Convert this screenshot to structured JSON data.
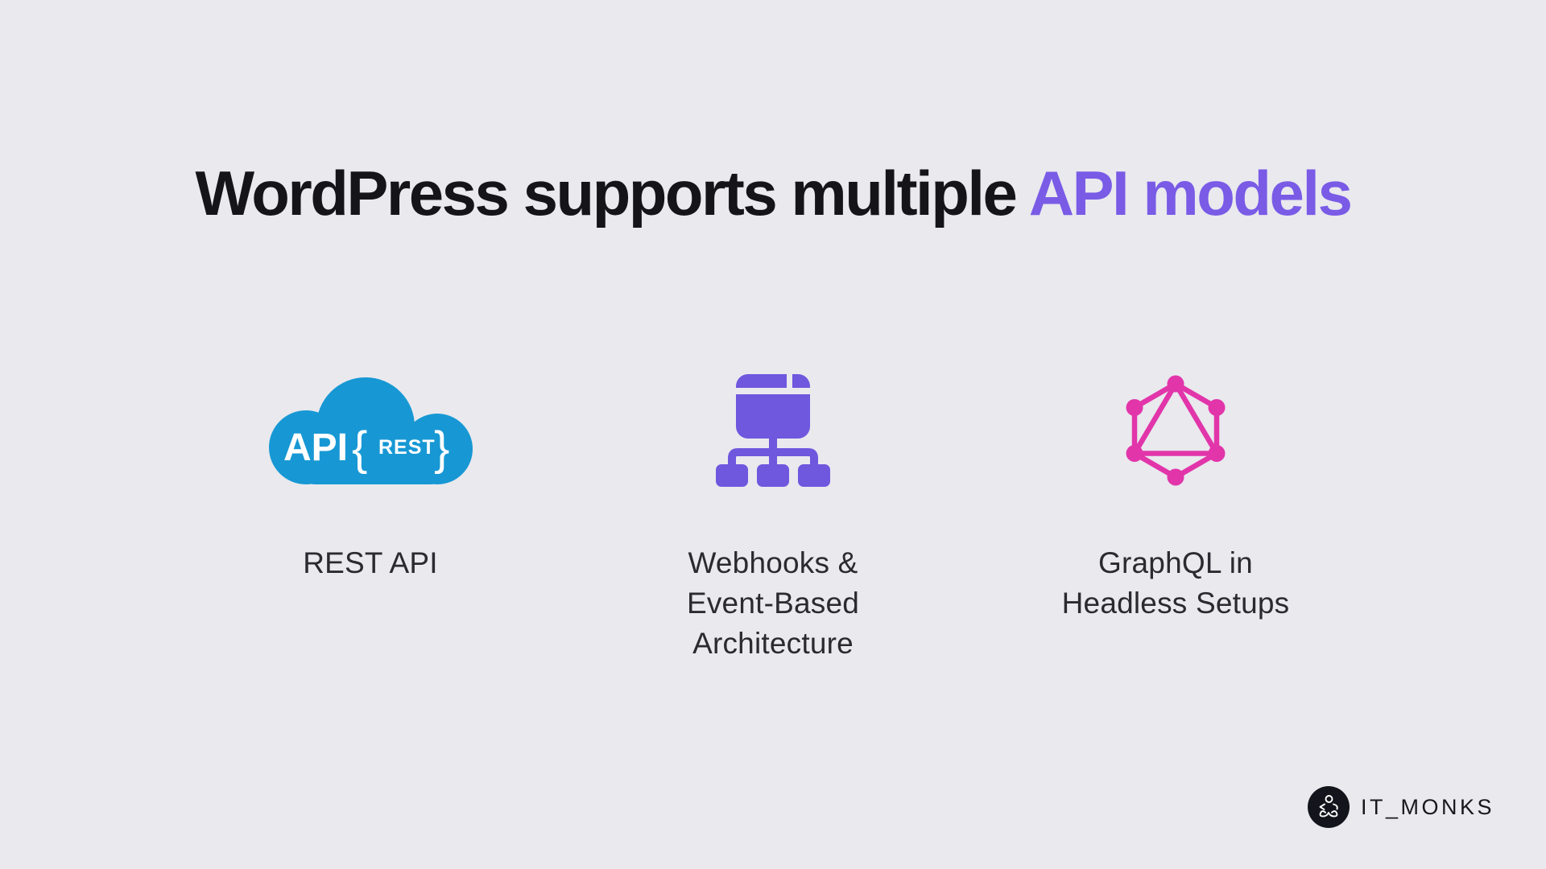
{
  "colors": {
    "background": "#e9e9ee",
    "title_text": "#151519",
    "accent": "#795be6",
    "rest_blue": "#1798d4",
    "webhook_purple": "#6f57de",
    "graphql_pink": "#e235aa",
    "caption_text": "#2a2a30",
    "brand_dark": "#14141c",
    "brand_text": "#17171c"
  },
  "title": {
    "regular": "WordPress supports multiple ",
    "accent": "API models"
  },
  "columns": [
    {
      "id": "rest-api",
      "label": "REST API",
      "icon": {
        "name": "rest-api-cloud-icon",
        "text_api": "API",
        "brace_open": "{",
        "text_rest": "REST",
        "brace_close": "}"
      }
    },
    {
      "id": "webhooks",
      "label": "Webhooks &\nEvent-Based\nArchitecture",
      "icon": {
        "name": "webhooks-sitemap-icon"
      }
    },
    {
      "id": "graphql",
      "label": "GraphQL in\nHeadless Setups",
      "icon": {
        "name": "graphql-icon"
      }
    }
  ],
  "brand": {
    "name": "IT_MONKS"
  }
}
